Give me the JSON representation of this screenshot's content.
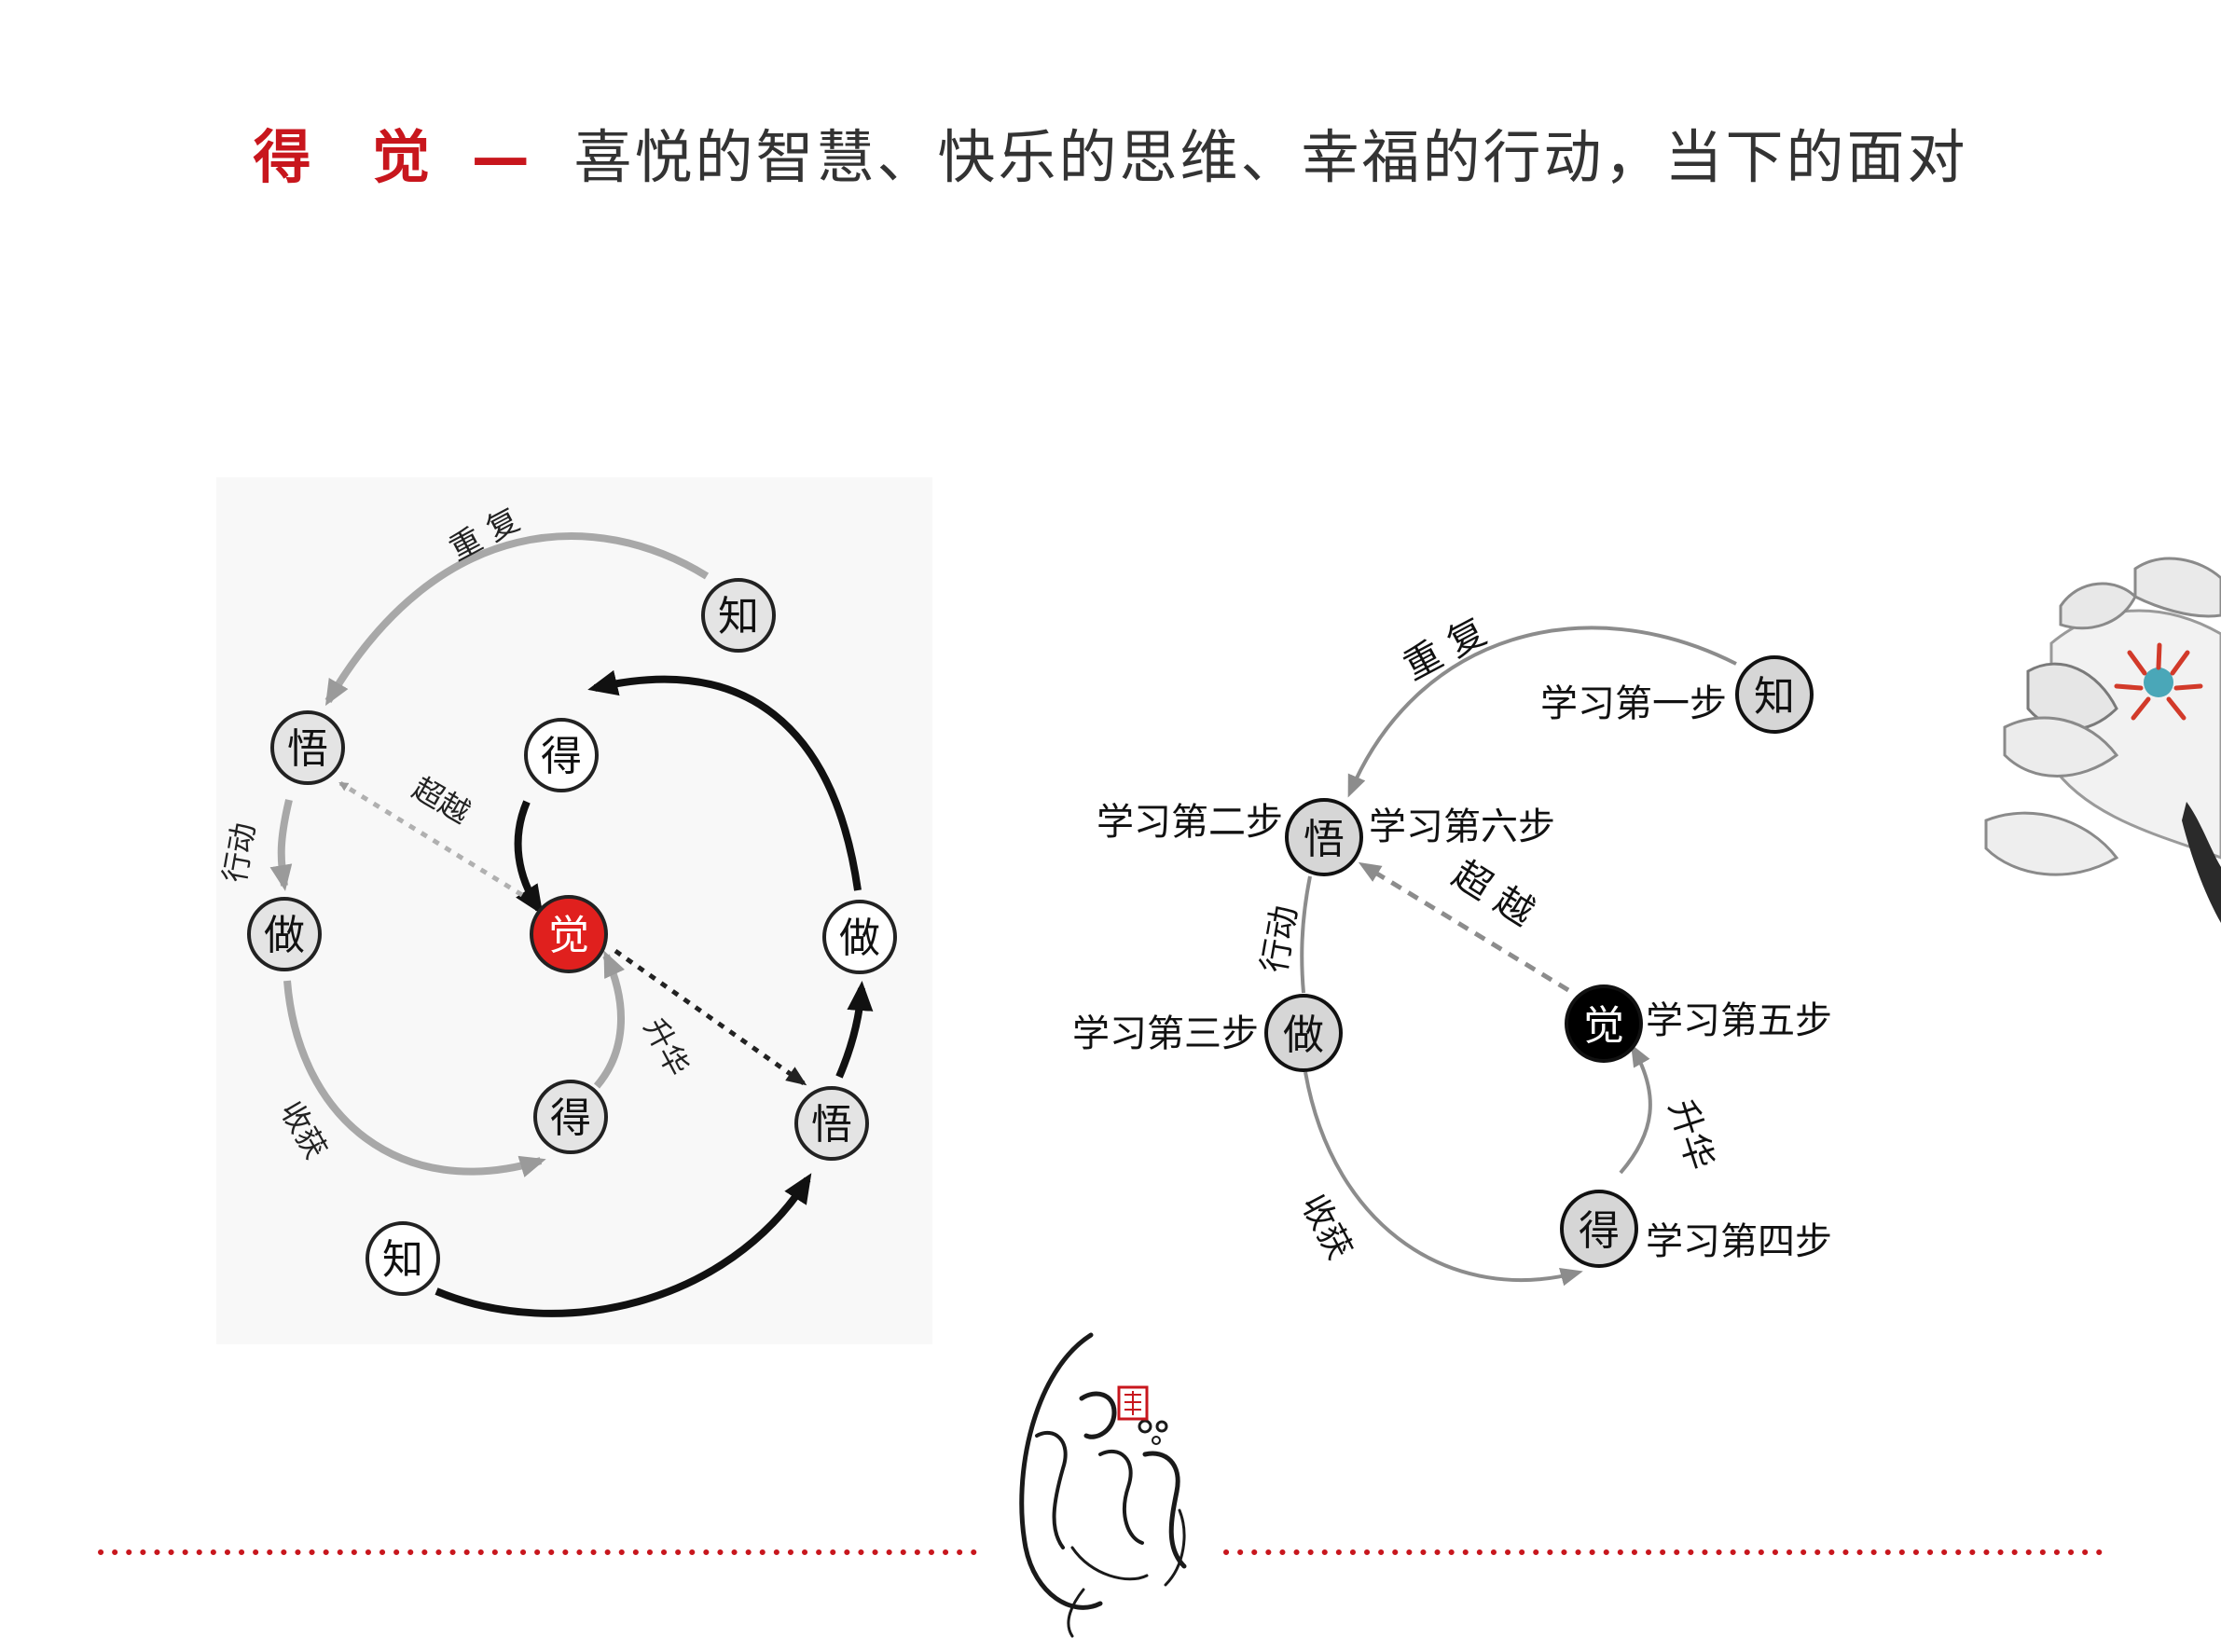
{
  "header": {
    "brand": "得 觉",
    "dash": "—",
    "subtitle": "喜悦的智慧、快乐的思维、幸福的行动，当下的面对"
  },
  "left_diagram": {
    "nodes": {
      "know_top": "知",
      "wu_left": "悟",
      "zuo_left": "做",
      "de_inner": "得",
      "de_top": "得",
      "jue_center": "觉",
      "zuo_right": "做",
      "wu_right": "悟",
      "know_bottom": "知"
    },
    "edge_labels": {
      "repeat": "重 复",
      "action": "行动",
      "reap": "收获",
      "transcend": "超越",
      "sublimate": "升华"
    }
  },
  "right_diagram": {
    "nodes": {
      "know": "知",
      "wu": "悟",
      "zuo": "做",
      "jue": "觉",
      "de": "得"
    },
    "step_labels": {
      "step1": "学习第一步",
      "step2": "学习第二步",
      "step6": "学习第六步",
      "step3": "学习第三步",
      "step5": "学习第五步",
      "step4": "学习第四步"
    },
    "edge_labels": {
      "repeat": "重 复",
      "action": "行动",
      "transcend": "超 越",
      "sublimate": "升华",
      "reap": "收获"
    }
  },
  "colors": {
    "brand_red": "#c8161d",
    "title_gray": "#333333",
    "center_red": "#e0201e",
    "dotted_red": "#c8161d"
  }
}
